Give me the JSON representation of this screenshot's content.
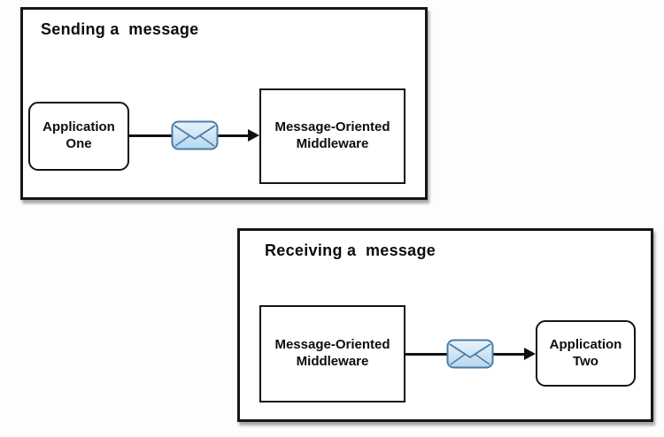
{
  "panels": [
    {
      "title": "Sending a  message",
      "nodes": [
        {
          "shape": "rounded",
          "lines": [
            "Application",
            "One"
          ]
        },
        {
          "shape": "rect",
          "lines": [
            "Message-Oriented",
            "Middleware"
          ]
        }
      ],
      "connector": {
        "icon": "envelope-icon",
        "direction": "right"
      }
    },
    {
      "title": "Receiving a  message",
      "nodes": [
        {
          "shape": "rect",
          "lines": [
            "Message-Oriented",
            "Middleware"
          ]
        },
        {
          "shape": "rounded",
          "lines": [
            "Application",
            "Two"
          ]
        }
      ],
      "connector": {
        "icon": "envelope-icon",
        "direction": "right"
      }
    }
  ],
  "colors": {
    "panel_border": "#161616",
    "node_border": "#141414",
    "arrow": "#111111",
    "envelope_fill_top": "#eaf4fc",
    "envelope_fill_bottom": "#b5d6ee",
    "envelope_stroke": "#4b7ba3",
    "text": "#0d0d0d",
    "background": "#fdfdfd"
  }
}
